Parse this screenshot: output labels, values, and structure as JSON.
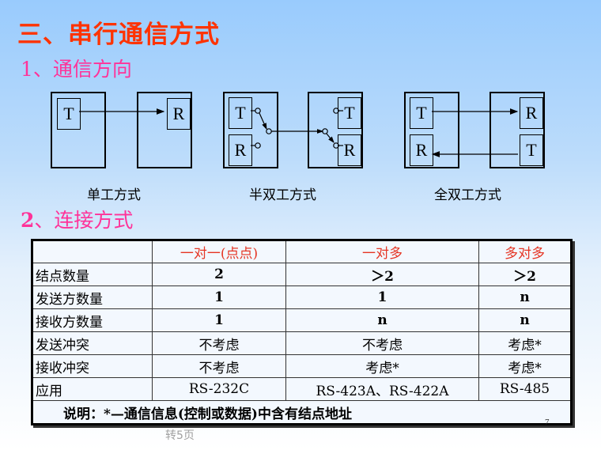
{
  "slide": {
    "title": "三、串行通信方式",
    "section1": {
      "num": "1",
      "sep": "、",
      "label": "通信方向"
    },
    "section2": {
      "num": "2",
      "sep": "、",
      "label": "连接方式"
    },
    "page_number": "7",
    "footer_link": "转5页"
  },
  "colors": {
    "title": "#ff3300",
    "subtitle": "#ff3399",
    "table_header": "#e53524",
    "background_top": "#99cbfd",
    "background_bottom": "#ffffff"
  },
  "diagrams": [
    {
      "caption": "单工方式",
      "left_units": [
        "T"
      ],
      "right_units": [
        "R"
      ]
    },
    {
      "caption": "半双工方式",
      "left_units": [
        "T",
        "R"
      ],
      "right_units": [
        "T",
        "R"
      ]
    },
    {
      "caption": "全双工方式",
      "left_units": [
        "T",
        "R"
      ],
      "right_units": [
        "R",
        "T"
      ]
    }
  ],
  "table": {
    "headers": [
      "",
      "一对一(点点)",
      "一对多",
      "多对多"
    ],
    "rows": [
      {
        "label": "结点数量",
        "values": [
          "2",
          "＞2",
          "＞2"
        ]
      },
      {
        "label": "发送方数量",
        "values": [
          "1",
          "1",
          "n"
        ]
      },
      {
        "label": "接收方数量",
        "values": [
          "1",
          "n",
          "n"
        ]
      },
      {
        "label": "发送冲突",
        "values": [
          "不考虑",
          "不考虑",
          "考虑*"
        ]
      },
      {
        "label": "接收冲突",
        "values": [
          "不考虑",
          "考虑*",
          "考虑*"
        ]
      },
      {
        "label": "应用",
        "values": [
          "RS-232C",
          "RS-423A、RS-422A",
          "RS-485"
        ]
      }
    ],
    "note": "说明：*—通信信息(控制或数据)中含有结点地址"
  }
}
